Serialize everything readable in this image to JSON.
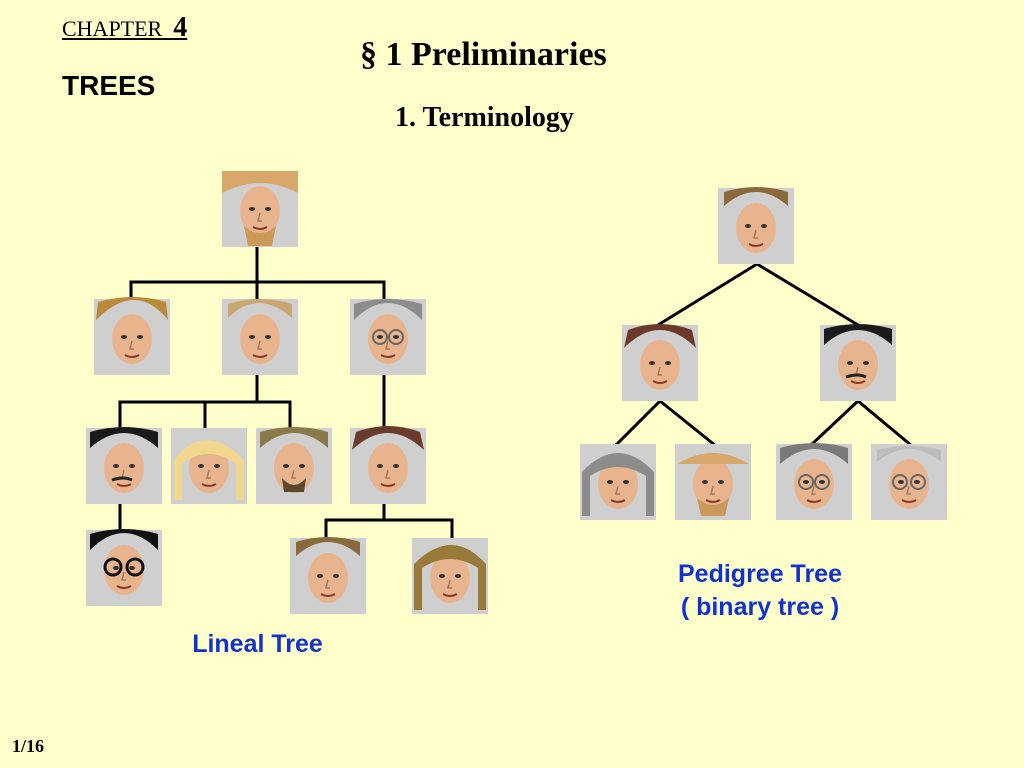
{
  "header": {
    "chapter_label": "CHAPTER",
    "chapter_number": "4",
    "chapter_title": "TREES",
    "section_title": "§ 1  Preliminaries",
    "subsection_title": "1.  Terminology"
  },
  "captions": {
    "lineal": "Lineal Tree",
    "pedigree_line1": "Pedigree Tree",
    "pedigree_line2": "( binary tree )"
  },
  "footer": {
    "page": "1/16"
  },
  "colors": {
    "background": "#ffffcc",
    "caption": "#1133cc",
    "tile": "#cfcfcf"
  }
}
